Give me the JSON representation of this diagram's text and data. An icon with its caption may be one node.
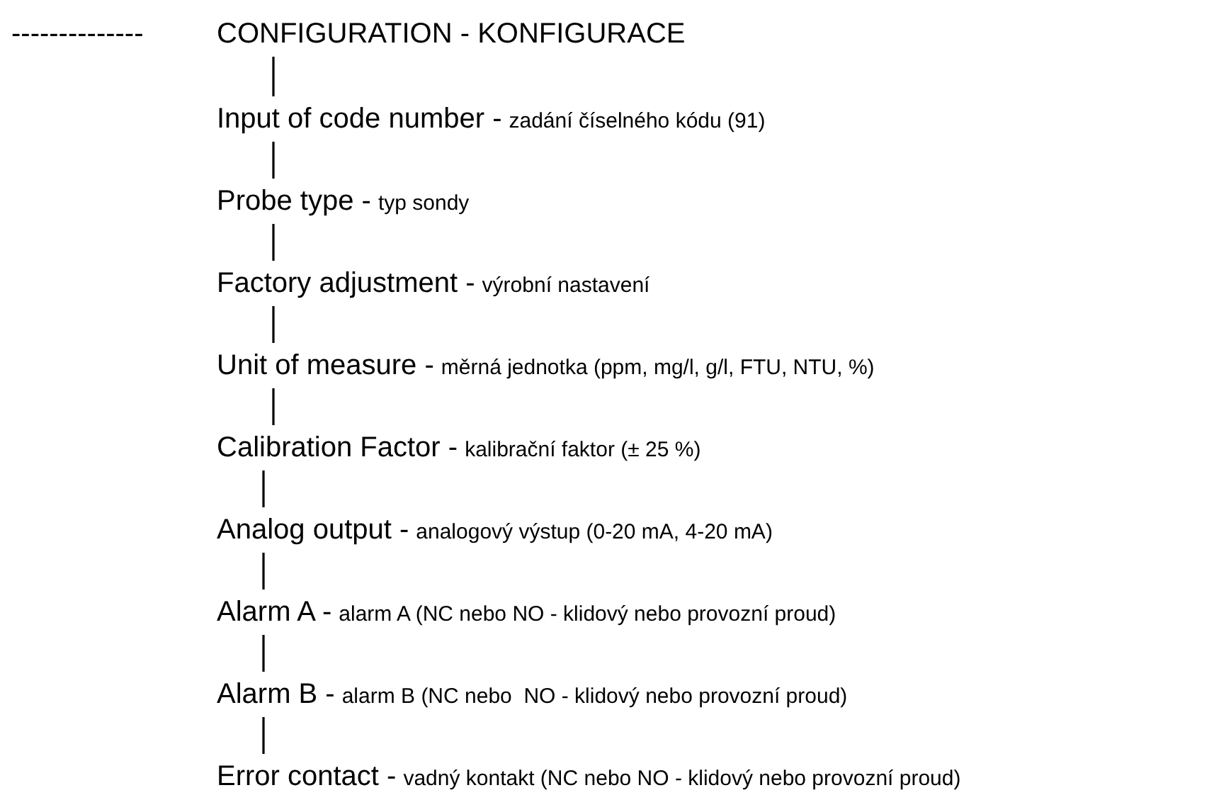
{
  "diagram": {
    "nodes": [
      {
        "text": [
          "CONFIGURATION - KONFIGURACE"
        ]
      },
      {
        "text": [
          "Input of code number -",
          "zadání číselného kódu (91)"
        ]
      },
      {
        "text": [
          "Probe type -",
          "typ sondy"
        ]
      },
      {
        "text": [
          "Factory adjustment -",
          "výrobní nastavení"
        ]
      },
      {
        "text": [
          "Unit of measure -",
          "měrná jednotka (ppm, mg/l, g/l, FTU, NTU, %)"
        ]
      },
      {
        "text": [
          "Calibration Factor -",
          "kalibrační faktor (± 25 %)"
        ]
      },
      {
        "text": [
          "Analog output -",
          "analogový výstup (0-20 mA, 4-20 mA)"
        ]
      },
      {
        "text": [
          "Alarm A -",
          "alarm A (NC nebo NO - klidový nebo provozní proud)"
        ]
      },
      {
        "text": [
          "Alarm B -",
          "alarm B (NC nebo  NO - klidový nebo provozní proud)"
        ]
      },
      {
        "text": [
          "Error contact -",
          "vadný kontakt (NC nebo NO - klidový nebo provozní proud)"
        ]
      }
    ],
    "edges": [
      {
        "from": 0,
        "to": 1,
        "arrow": "none"
      },
      {
        "from": 1,
        "to": 2,
        "arrow": "none"
      },
      {
        "from": 2,
        "to": 3,
        "arrow": "none"
      },
      {
        "from": 3,
        "to": 4,
        "arrow": "none"
      },
      {
        "from": 4,
        "to": 5,
        "arrow": "none"
      },
      {
        "from": 5,
        "to": 6,
        "arrow": "none"
      },
      {
        "from": 6,
        "to": 7,
        "arrow": "none"
      },
      {
        "from": 7,
        "to": 8,
        "arrow": "none"
      },
      {
        "from": 8,
        "to": 9,
        "arrow": "none"
      }
    ],
    "labels": [
      "--------------"
    ]
  }
}
